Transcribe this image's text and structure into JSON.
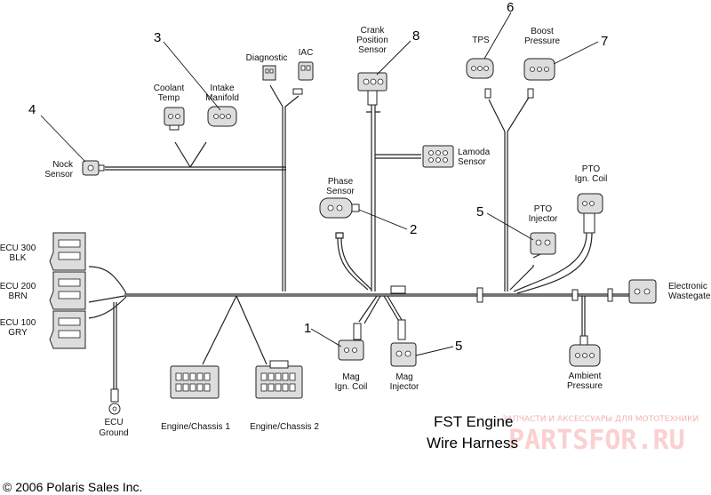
{
  "title": {
    "line1": "FST Engine",
    "line2": "Wire Harness"
  },
  "copyright": "© 2006 Polaris Sales Inc.",
  "watermark": {
    "top": "ЗАПЧАСТИ И АКСЕССУАРЫ ДЛЯ МОТОТЕХНИКИ",
    "logo": "PARTSFOR.RU"
  },
  "callouts": [
    "3",
    "8",
    "6",
    "7",
    "4",
    "2",
    "5",
    "1",
    "5"
  ],
  "labels": {
    "knock_sensor": [
      "Nock",
      "Sensor"
    ],
    "coolant_temp": [
      "Coolant",
      "Temp"
    ],
    "intake_manifold": [
      "Intake",
      "Manifold"
    ],
    "diagnostic": "Diagnostic",
    "iac": "IAC",
    "crank_position_sensor": [
      "Crank",
      "Position",
      "Sensor"
    ],
    "tps": "TPS",
    "boost_pressure": [
      "Boost",
      "Pressure"
    ],
    "lambda_sensor": [
      "Lamoda",
      "Sensor"
    ],
    "phase_sensor": [
      "Phase",
      "Sensor"
    ],
    "pto_ign_coil": [
      "PTO",
      "Ign. Coil"
    ],
    "pto_injector": [
      "PTO",
      "Injector"
    ],
    "ecu_300": [
      "ECU 300",
      "BLK"
    ],
    "ecu_200": [
      "ECU 200",
      "BRN"
    ],
    "ecu_100": [
      "ECU 100",
      "GRY"
    ],
    "electronic_wastegate": [
      "Electronic",
      "Wastegate"
    ],
    "mag_ign_coil": [
      "Mag",
      "Ign. Coil"
    ],
    "mag_injector": [
      "Mag",
      "Injector"
    ],
    "ambient_pressure": [
      "Ambient",
      "Pressure"
    ],
    "ecu_ground": [
      "ECU",
      "Ground"
    ],
    "engine_chassis_1": "Engine/Chassis 1",
    "engine_chassis_2": "Engine/Chassis 2"
  }
}
